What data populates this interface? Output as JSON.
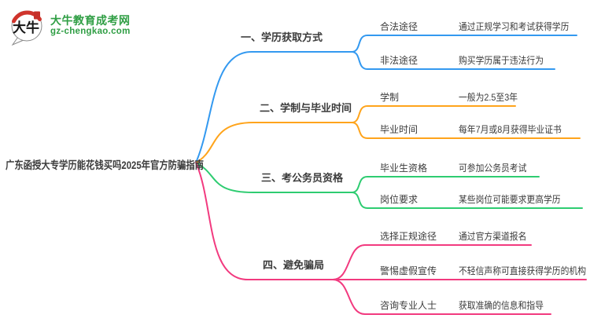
{
  "logo": {
    "symbol": "大牛",
    "name": "大牛教育成考网",
    "domain": "gz-chengkao.com",
    "brand_color": "#2F9E44",
    "seal_color": "#C62F28",
    "arc_color": "#D0342C"
  },
  "root": {
    "title": "广东函授大专学历能花钱买吗2025年官方防骗指南"
  },
  "branches": [
    {
      "label": "一、学历获取方式",
      "color": "#3399F0",
      "children": [
        {
          "label": "合法途径",
          "desc": "通过正规学习和考试获得学历"
        },
        {
          "label": "非法途径",
          "desc": "购买学历属于违法行为"
        }
      ]
    },
    {
      "label": "二、学制与毕业时间",
      "color": "#FFA41B",
      "children": [
        {
          "label": "学制",
          "desc": "一般为2.5至3年"
        },
        {
          "label": "毕业时间",
          "desc": "每年7月或8月获得毕业证书"
        }
      ]
    },
    {
      "label": "三、考公务员资格",
      "color": "#2ECC71",
      "children": [
        {
          "label": "毕业生资格",
          "desc": "可参加公务员考试"
        },
        {
          "label": "岗位要求",
          "desc": "某些岗位可能要求更高学历"
        }
      ]
    },
    {
      "label": "四、避免骗局",
      "color": "#F23A7F",
      "children": [
        {
          "label": "选择正规途径",
          "desc": "通过官方渠道报名"
        },
        {
          "label": "警惕虚假宣传",
          "desc": "不轻信声称可直接获得学历的机构"
        },
        {
          "label": "咨询专业人士",
          "desc": "获取准确的信息和指导"
        }
      ]
    }
  ]
}
